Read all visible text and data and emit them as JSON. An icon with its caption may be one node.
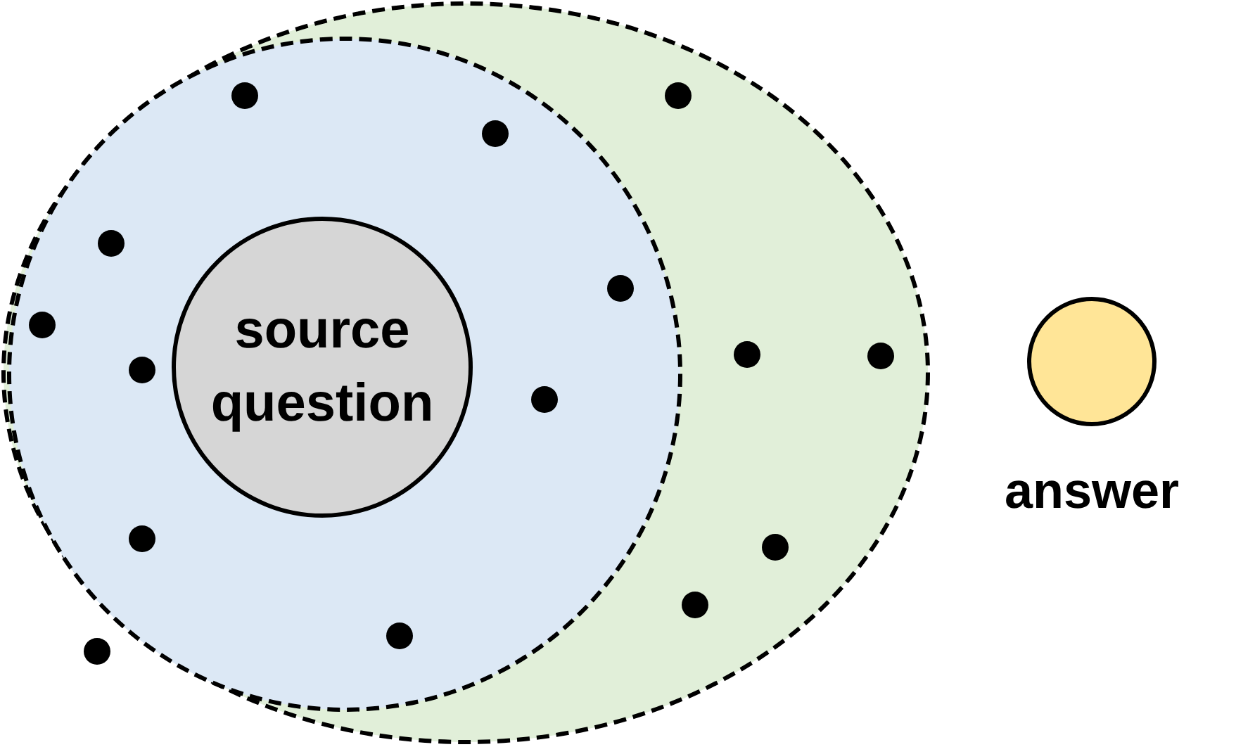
{
  "diagram": {
    "nodes": [
      {
        "text": [],
        "shape": "ellipse"
      },
      {
        "text": [],
        "shape": "circle",
        "in": 0
      },
      {
        "text": [
          "source question"
        ],
        "in": 1
      },
      {
        "text": [
          "answer"
        ]
      },
      {
        "text": [],
        "shape": "circle",
        "in": 1
      },
      {
        "text": [],
        "shape": "circle",
        "in": 0
      },
      {
        "text": [],
        "shape": "circle",
        "in": 1
      },
      {
        "text": [],
        "shape": "circle",
        "in": 1
      },
      {
        "text": [],
        "shape": "circle",
        "in": 1
      },
      {
        "text": [],
        "shape": "circle",
        "in": 1
      },
      {
        "text": [],
        "shape": "circle",
        "in": 0
      },
      {
        "text": [],
        "shape": "circle",
        "in": 0
      },
      {
        "text": [],
        "shape": "circle",
        "in": 1
      },
      {
        "text": [],
        "shape": "circle",
        "in": 1
      },
      {
        "text": [],
        "shape": "circle",
        "in": 1
      },
      {
        "text": [],
        "shape": "circle",
        "in": 0
      },
      {
        "text": [],
        "shape": "circle",
        "in": 0
      },
      {
        "text": [],
        "shape": "circle",
        "in": 1
      },
      {
        "text": [],
        "shape": "circle"
      }
    ],
    "edges": []
  }
}
